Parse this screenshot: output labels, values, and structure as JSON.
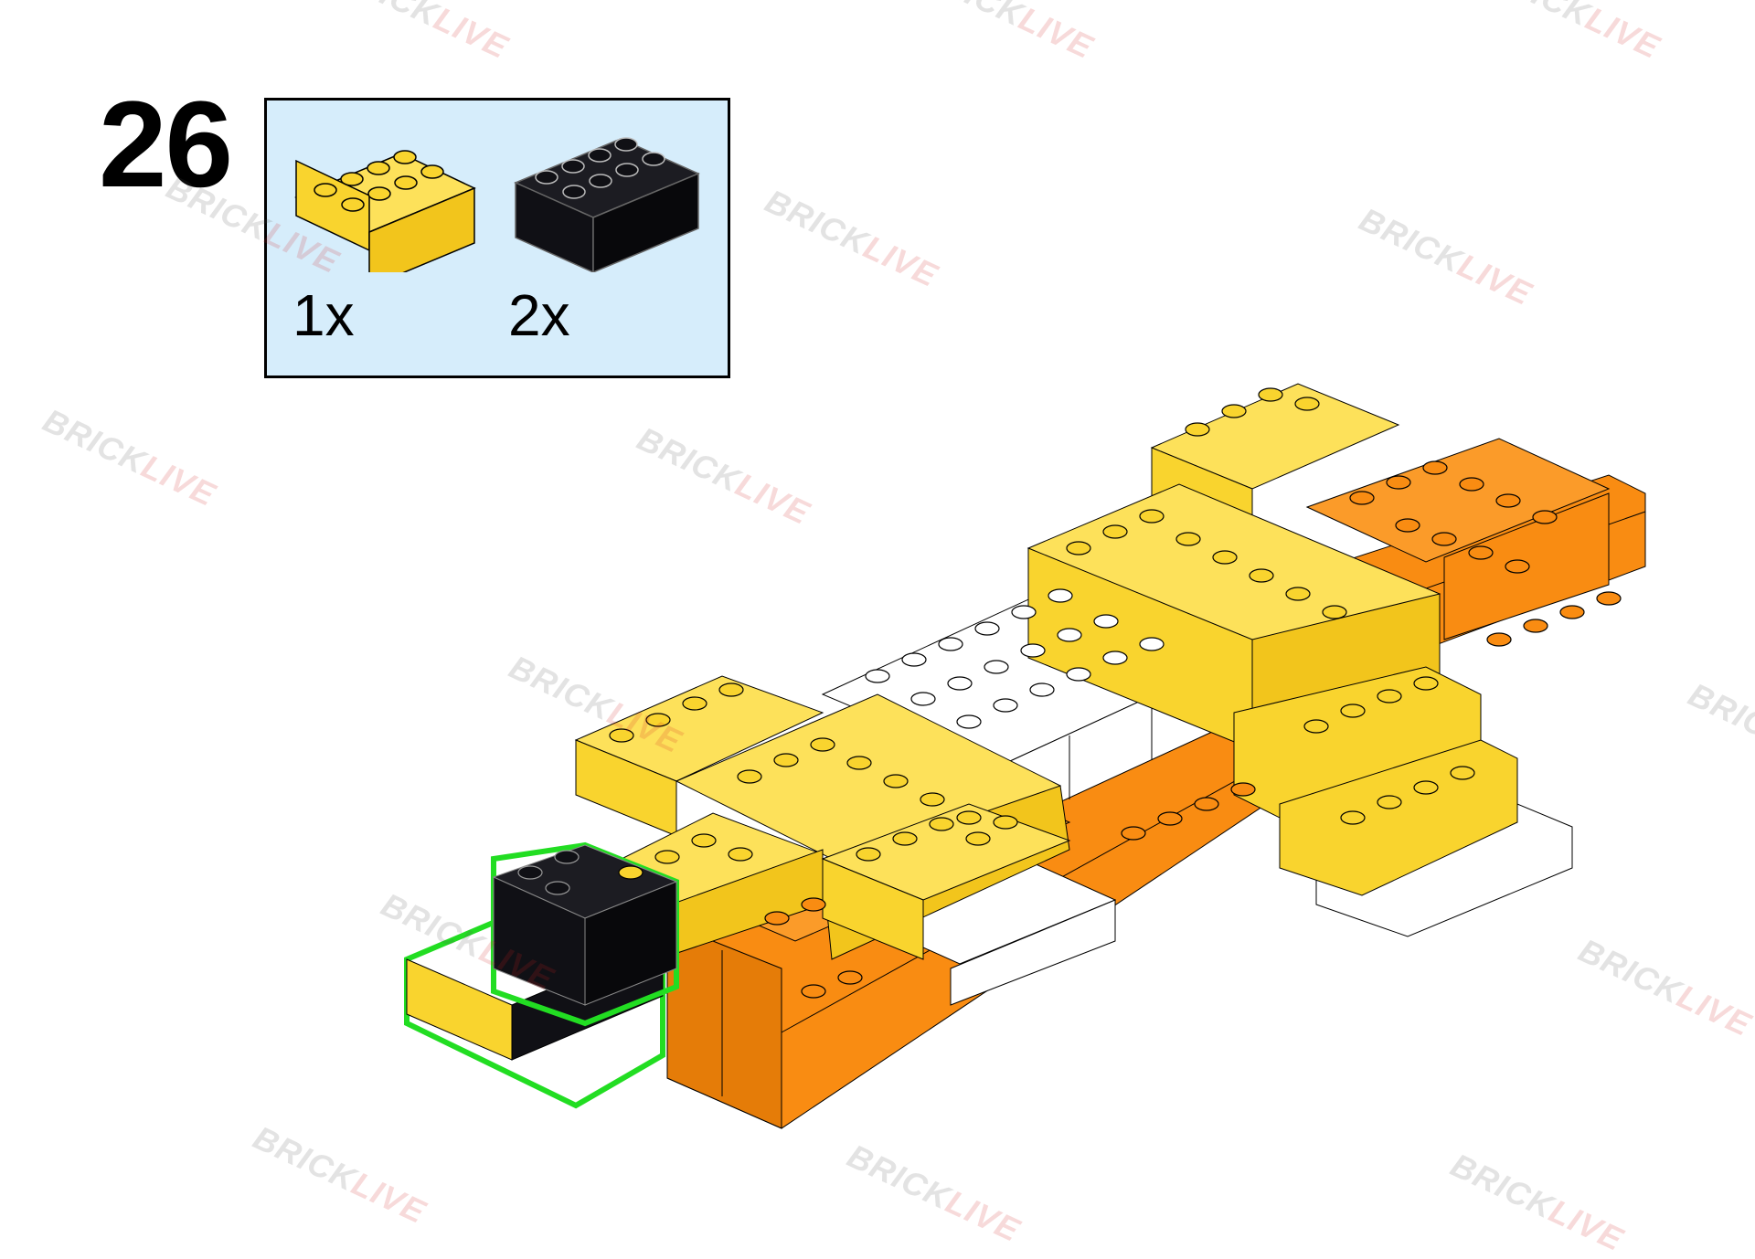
{
  "step": {
    "number": "26"
  },
  "parts_list": [
    {
      "name": "yellow 2x4 brick",
      "quantity": "1x",
      "color": "#f9d42e"
    },
    {
      "name": "black 2x4 brick",
      "quantity": "2x",
      "color": "#101015"
    }
  ],
  "watermark": {
    "part1": "BRICK",
    "part2": "LIVE"
  },
  "colors": {
    "yellow": "#f9d42e",
    "yellow_top": "#fde15a",
    "orange": "#f98c12",
    "orange_top": "#fb9b29",
    "white": "#ffffff",
    "black": "#101015",
    "highlight": "#22dd22",
    "parts_bg": "#d6edfb"
  }
}
